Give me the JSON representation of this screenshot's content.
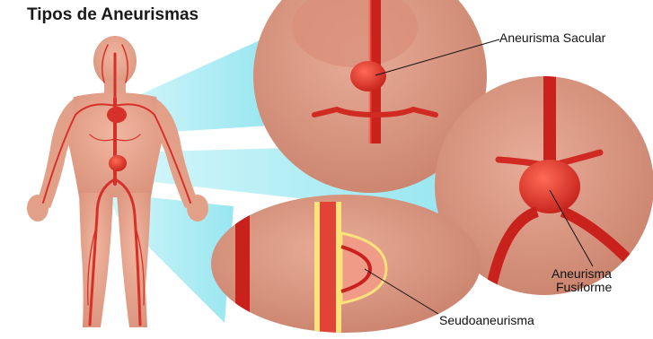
{
  "title": "Tipos de Aneurismas",
  "labels": {
    "sacular": "Aneurisma Sacular",
    "fusiforme_line1": "Aneurisma",
    "fusiforme_line2": "Fusiforme",
    "seudo": "Seudoaneurisma"
  },
  "colors": {
    "skin": "#e9a58e",
    "artery": "#e03a2e",
    "bubble": "#d69580",
    "beam": "#8fe6f0"
  }
}
